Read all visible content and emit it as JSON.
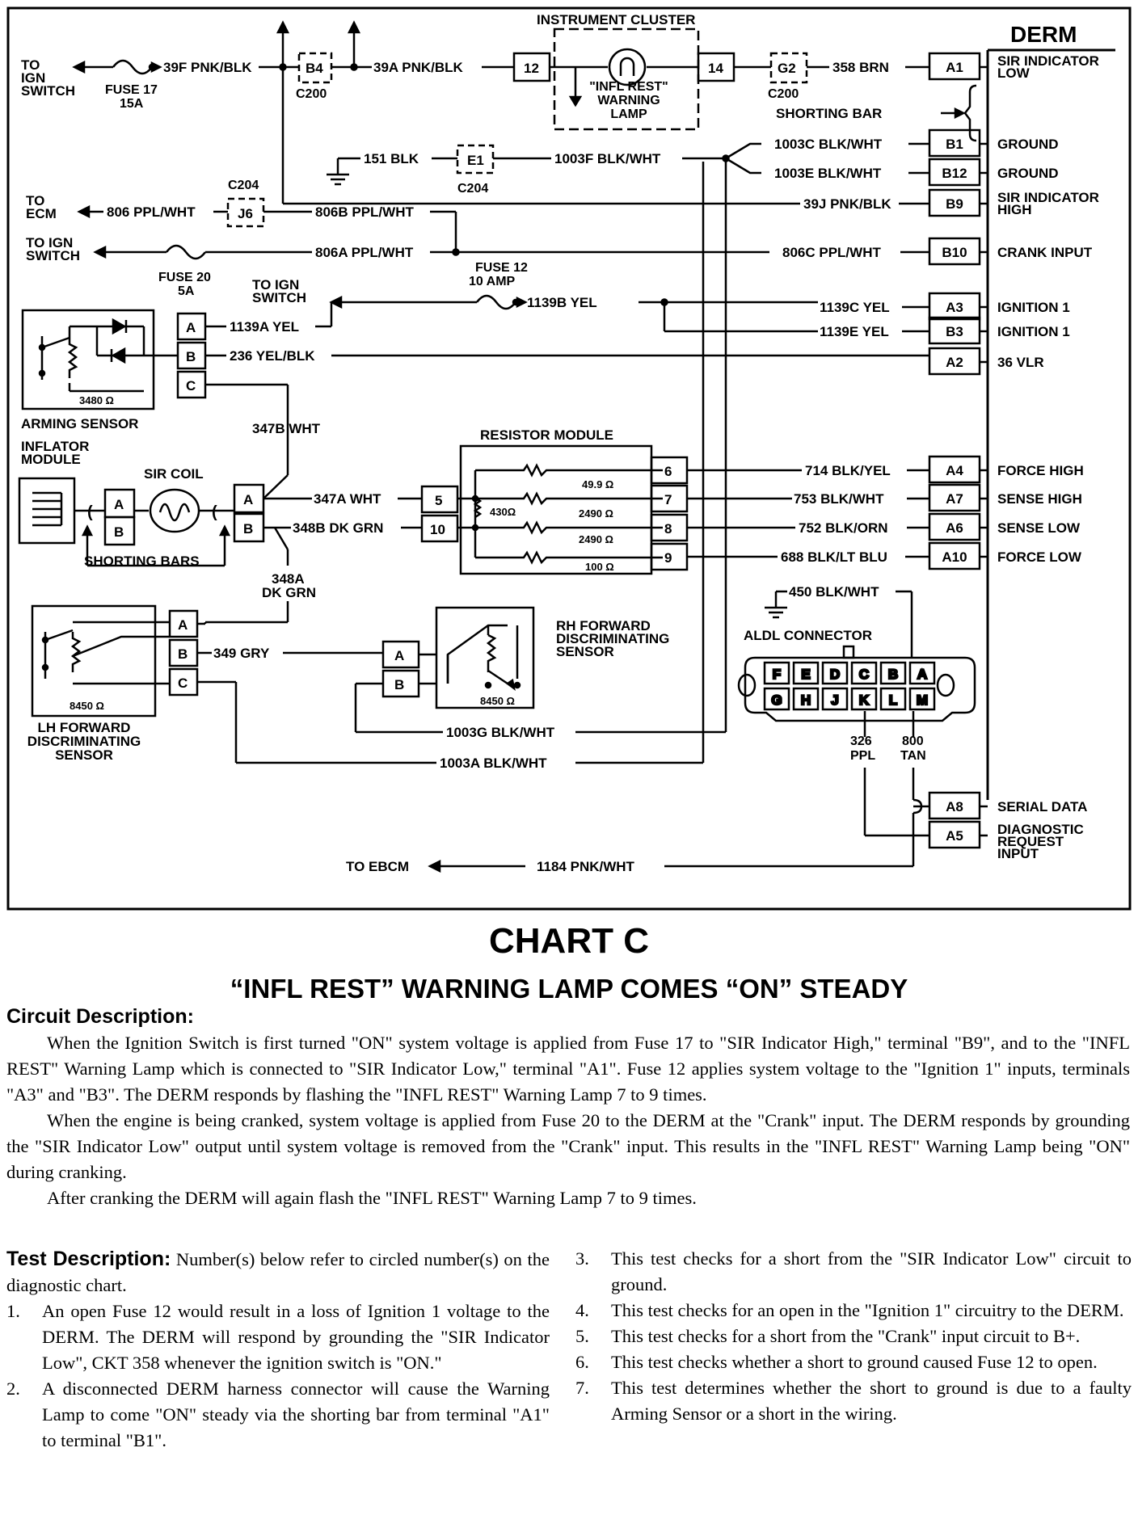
{
  "diagram": {
    "instrument_cluster": "INSTRUMENT CLUSTER",
    "derm": "DERM",
    "to_ign_switch_1": [
      "TO",
      "IGN",
      "SWITCH"
    ],
    "fuse17": [
      "FUSE 17",
      "15A"
    ],
    "wire_39f": "39F PNK/BLK",
    "b4": "B4",
    "c200_a": "C200",
    "wire_39a": "39A PNK/BLK",
    "pin_12": "12",
    "lamp_label": [
      "\"INFL REST\"",
      "WARNING",
      "LAMP"
    ],
    "pin_14": "14",
    "g2": "G2",
    "c200_b": "C200",
    "wire_358": "358 BRN",
    "shorting_bar": "SHORTING BAR",
    "wire_151": "151 BLK",
    "e1": "E1",
    "c204_a": "C204",
    "wire_1003f": "1003F BLK/WHT",
    "wire_1003c": "1003C BLK/WHT",
    "wire_1003e": "1003E BLK/WHT",
    "c204_b": "C204",
    "to_ecm": [
      "TO",
      "ECM"
    ],
    "wire_806": "806 PPL/WHT",
    "j6": "J6",
    "wire_806b": "806B PPL/WHT",
    "wire_39j": "39J PNK/BLK",
    "to_ign_switch_2": [
      "TO IGN",
      "SWITCH"
    ],
    "wire_806a": "806A PPL/WHT",
    "wire_806c": "806C PPL/WHT",
    "fuse20": [
      "FUSE 20",
      "5A"
    ],
    "to_ign_switch_3": [
      "TO IGN",
      "SWITCH"
    ],
    "fuse12": [
      "FUSE 12",
      "10 AMP"
    ],
    "wire_1139b": "1139B YEL",
    "wire_1139a": "1139A YEL",
    "wire_1139c": "1139C YEL",
    "wire_1139e": "1139E YEL",
    "wire_236": "236 YEL/BLK",
    "arming_res": "3480 Ω",
    "arming_sensor": "ARMING SENSOR",
    "wire_347b": "347B WHT",
    "resistor_module": "RESISTOR MODULE",
    "inflator_module": [
      "INFLATOR",
      "MODULE"
    ],
    "sir_coil": "SIR COIL",
    "wire_347a": "347A WHT",
    "wire_348b": "348B DK GRN",
    "pin_5": "5",
    "pin_10": "10",
    "res_430": "430Ω",
    "res_49": "49.9 Ω",
    "res_2490a": "2490 Ω",
    "res_2490b": "2490 Ω",
    "res_100": "100 Ω",
    "pin_6": "6",
    "pin_7": "7",
    "pin_8": "8",
    "pin_9": "9",
    "wire_714": "714 BLK/YEL",
    "wire_753": "753 BLK/WHT",
    "wire_752": "752 BLK/ORN",
    "wire_688": "688 BLK/LT BLU",
    "shorting_bars": "SHORTING BARS",
    "wire_348a": [
      "348A",
      "DK GRN"
    ],
    "wire_450": "450 BLK/WHT",
    "aldl_connector": "ALDL CONNECTOR",
    "aldl_top": [
      "F",
      "E",
      "D",
      "C",
      "B",
      "A"
    ],
    "aldl_bottom": [
      "G",
      "H",
      "J",
      "K",
      "L",
      "M"
    ],
    "wire_349": "349 GRY",
    "rh_sensor": [
      "RH FORWARD",
      "DISCRIMINATING",
      "SENSOR"
    ],
    "lh_res": "8450 Ω",
    "rh_res": "8450 Ω",
    "wire_326": [
      "326",
      "PPL"
    ],
    "wire_800": [
      "800",
      "TAN"
    ],
    "lh_sensor": [
      "LH FORWARD",
      "DISCRIMINATING",
      "SENSOR"
    ],
    "wire_1003g": "1003G BLK/WHT",
    "wire_1003a": "1003A BLK/WHT",
    "to_ebcm": "TO EBCM",
    "wire_1184": "1184 PNK/WHT",
    "conn_a": "A",
    "conn_b": "B",
    "conn_c": "C",
    "derm_pins": [
      {
        "pin": "A1",
        "label": [
          "SIR INDICATOR",
          "LOW"
        ]
      },
      {
        "pin": "B1",
        "label": [
          "GROUND"
        ]
      },
      {
        "pin": "B12",
        "label": [
          "GROUND"
        ]
      },
      {
        "pin": "B9",
        "label": [
          "SIR INDICATOR",
          "HIGH"
        ]
      },
      {
        "pin": "B10",
        "label": [
          "CRANK INPUT"
        ]
      },
      {
        "pin": "A3",
        "label": [
          "IGNITION 1"
        ]
      },
      {
        "pin": "B3",
        "label": [
          "IGNITION 1"
        ]
      },
      {
        "pin": "A2",
        "label": [
          "36 VLR"
        ]
      },
      {
        "pin": "A4",
        "label": [
          "FORCE HIGH"
        ]
      },
      {
        "pin": "A7",
        "label": [
          "SENSE HIGH"
        ]
      },
      {
        "pin": "A6",
        "label": [
          "SENSE LOW"
        ]
      },
      {
        "pin": "A10",
        "label": [
          "FORCE LOW"
        ]
      },
      {
        "pin": "A8",
        "label": [
          "SERIAL DATA"
        ]
      },
      {
        "pin": "A5",
        "label": [
          "DIAGNOSTIC",
          "REQUEST",
          "INPUT"
        ]
      }
    ]
  },
  "chart_title": "CHART C",
  "chart_subtitle": "“INFL REST” WARNING LAMP COMES “ON” STEADY",
  "circuit_heading": "Circuit Description:",
  "circuit_paragraphs": [
    "When the Ignition Switch is first turned \"ON\" system voltage is applied from Fuse 17 to \"SIR Indicator High,\" terminal \"B9\", and to the \"INFL REST\" Warning Lamp which is connected to \"SIR Indicator Low,\" terminal \"A1\". Fuse 12 applies system voltage to the \"Ignition 1\" inputs, terminals \"A3\" and \"B3\". The DERM responds by flashing the \"INFL REST\" Warning Lamp 7 to 9 times.",
    "When the engine is being cranked, system voltage is applied from Fuse 20 to the DERM at the \"Crank\" input. The DERM responds by grounding the \"SIR Indicator Low\" output until system voltage is removed from the \"Crank\" input. This results in the \"INFL REST\" Warning Lamp being \"ON\" during cranking.",
    "After cranking the DERM will again flash the \"INFL REST\" Warning Lamp 7 to 9 times."
  ],
  "test_heading": "Test Description:",
  "test_intro": "Number(s) below refer to circled number(s) on the diagnostic chart.",
  "tests": [
    {
      "num": "1.",
      "text": "An open Fuse 12 would result in a loss of Ignition 1 voltage to the DERM. The DERM will respond by grounding the \"SIR Indicator Low\", CKT 358 whenever the ignition switch is \"ON.\""
    },
    {
      "num": "2.",
      "text": "A disconnected DERM harness connector will cause the Warning Lamp to come \"ON\" steady via the shorting bar from terminal \"A1\" to terminal \"B1\"."
    },
    {
      "num": "3.",
      "text": "This test checks for a short from the \"SIR Indicator Low\" circuit to ground."
    },
    {
      "num": "4.",
      "text": "This test checks for an open in the \"Ignition 1\" circuitry to the DERM."
    },
    {
      "num": "5.",
      "text": "This test checks for a short from the \"Crank\" input circuit to B+."
    },
    {
      "num": "6.",
      "text": "This test checks whether a short to ground caused Fuse 12 to open."
    },
    {
      "num": "7.",
      "text": "This test determines whether the short to ground is due to a faulty Arming Sensor or a short in the wiring."
    }
  ]
}
